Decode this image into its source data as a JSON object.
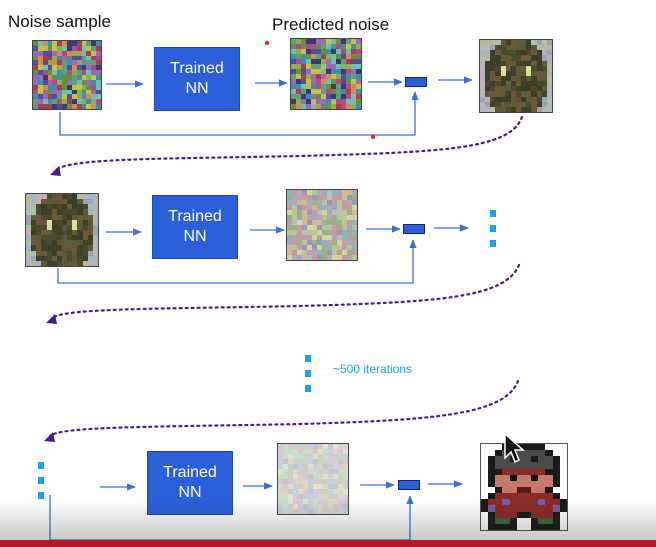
{
  "labels": {
    "noise_sample": "Noise sample",
    "predicted_noise": "Predicted noise"
  },
  "rows": [
    {
      "nn_line1": "Trained",
      "nn_line2": "NN"
    },
    {
      "nn_line1": "Trained",
      "nn_line2": "NN"
    },
    {
      "nn_line1": "Trained",
      "nn_line2": "NN"
    }
  ],
  "iterations_label": "~500 iterations",
  "colors": {
    "nn_box": "#2b5ed8",
    "arrow": "#3a6fd8",
    "dotted_path": "#4b1a8a",
    "ellipsis_dots": "#1aa3e8",
    "bottom_bar": "#b11c24"
  },
  "icons": {
    "cursor": "mouse-pointer-icon",
    "subtract_op": "subtract-operation-icon",
    "ellipsis": "vertical-ellipsis-icon"
  }
}
